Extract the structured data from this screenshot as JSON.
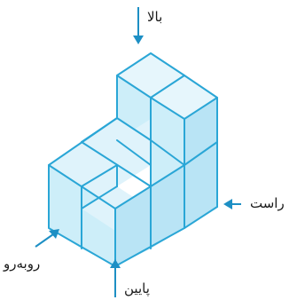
{
  "labels": {
    "top": "بالا",
    "right": "راست",
    "front": "روبه‌رو",
    "bottom": "پایین"
  },
  "colors": {
    "cube_fill_top": "#dff3fb",
    "cube_fill_front": "#bfe7f6",
    "cube_fill_side": "#a9dcf0",
    "cube_edge": "#2aa6d6",
    "arrow": "#1d8fc4"
  },
  "figure": {
    "cube_count": 10
  }
}
